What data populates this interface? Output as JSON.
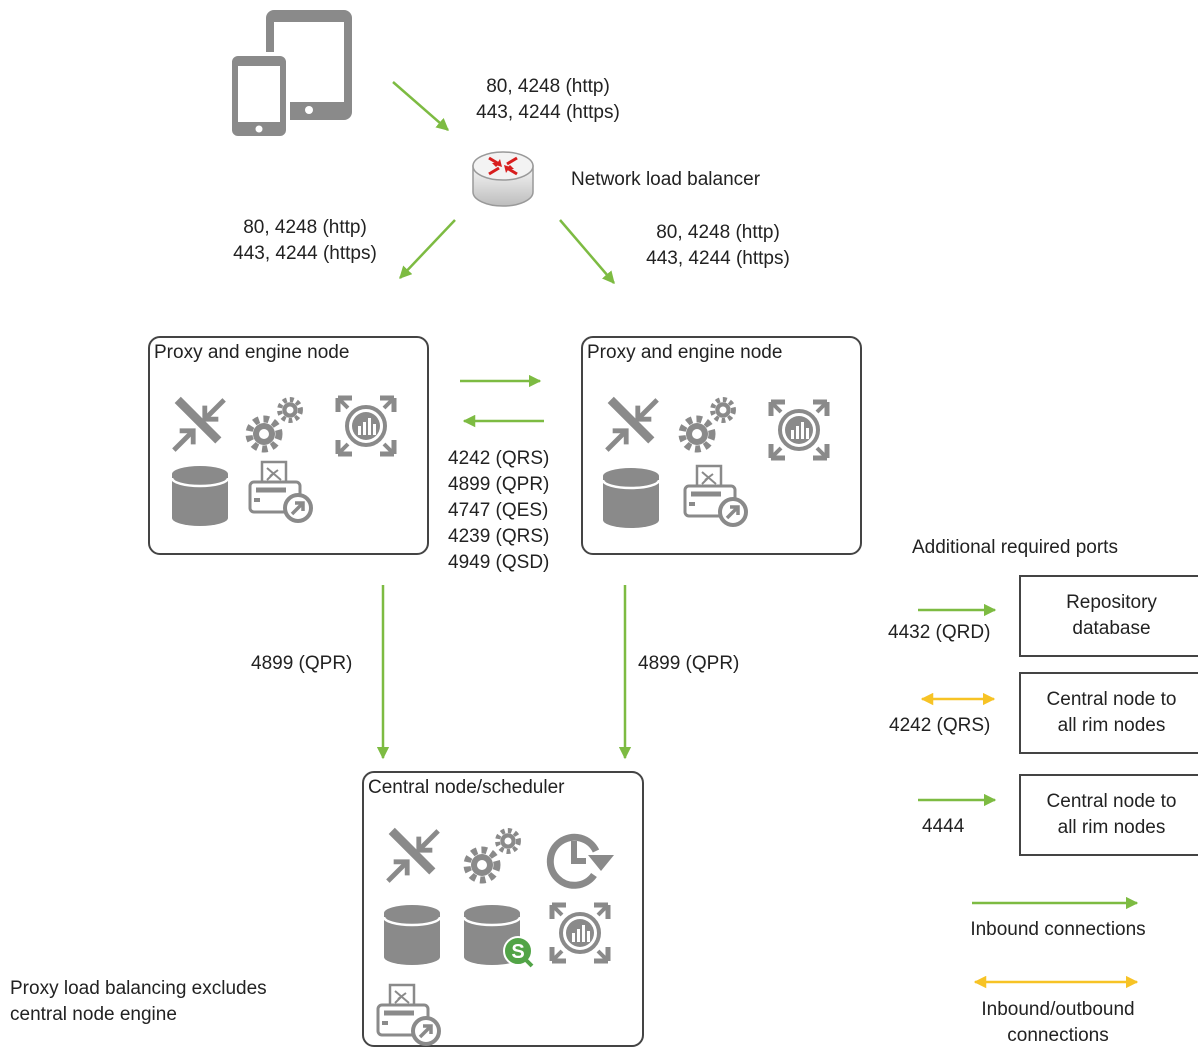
{
  "colors": {
    "inbound": "#7dbb42",
    "bidirectional": "#f7c325",
    "icon_gray": "#8a8a8a",
    "border": "#444444",
    "router_red": "#d81e1e",
    "qlik_green": "#52a447"
  },
  "icons": [
    "devices-icon",
    "router-icon",
    "proxy-icon",
    "gears-icon",
    "engine-icon",
    "database-icon",
    "printing-icon",
    "scheduler-icon",
    "qlik-sense-database-icon"
  ],
  "labels": {
    "client_ports_line1": "80, 4248 (http)",
    "client_ports_line2": "443, 4244 (https)",
    "load_balancer": "Network load balancer",
    "left_ports_line1": "80, 4248 (http)",
    "left_ports_line2": "443, 4244 (https)",
    "right_ports_line1": "80, 4248 (http)",
    "right_ports_line2": "443, 4244 (https)",
    "inter_node_ports": [
      "4242 (QRS)",
      "4899 (QPR)",
      "4747 (QES)",
      "4239 (QRS)",
      "4949 (QSD)"
    ],
    "left_down_port": "4899 (QPR)",
    "right_down_port": "4899 (QPR)",
    "note_line1": "Proxy load balancing excludes",
    "note_line2": "central node engine"
  },
  "nodes": {
    "left_title": "Proxy and engine node",
    "right_title": "Proxy and engine node",
    "central_title": "Central node/scheduler"
  },
  "legend": {
    "title": "Additional required ports",
    "ports": [
      {
        "port": "4432 (QRD)",
        "box_line1": "Repository",
        "box_line2": "database"
      },
      {
        "port": "4242 (QRS)",
        "box_line1": "Central node to",
        "box_line2": "all rim nodes"
      },
      {
        "port": "4444",
        "box_line1": "Central node to",
        "box_line2": "all rim nodes"
      }
    ],
    "inbound_label": "Inbound connections",
    "bidirectional_line1": "Inbound/outbound",
    "bidirectional_line2": "connections"
  }
}
